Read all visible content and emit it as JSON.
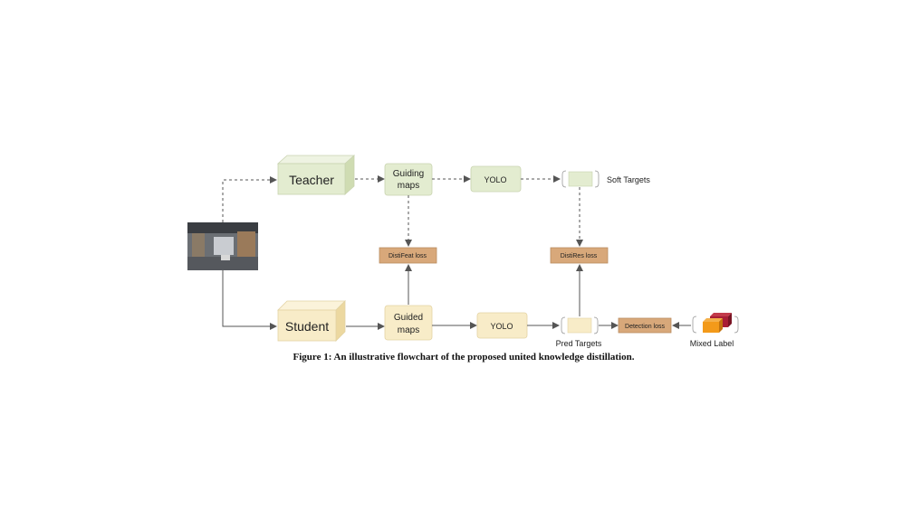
{
  "nodes": {
    "teacher": "Teacher",
    "student": "Student",
    "guiding_maps": [
      "Guiding",
      "maps"
    ],
    "guided_maps": [
      "Guided",
      "maps"
    ],
    "yolo_top": "YOLO",
    "yolo_bottom": "YOLO",
    "soft_targets": "Soft Targets",
    "pred_targets": "Pred Targets",
    "mixed_label": "Mixed Label"
  },
  "losses": {
    "distifeat": "DistiFeat loss",
    "distires": "DistiRes loss",
    "detection": "Detection loss"
  },
  "caption": "Figure 1: An illustrative flowchart of the proposed united knowledge distillation.",
  "colors": {
    "teacher_fill": "#e3ecd0",
    "student_fill": "#f8ecc8",
    "loss_fill": "#d8a87a",
    "arrow": "#555555"
  }
}
